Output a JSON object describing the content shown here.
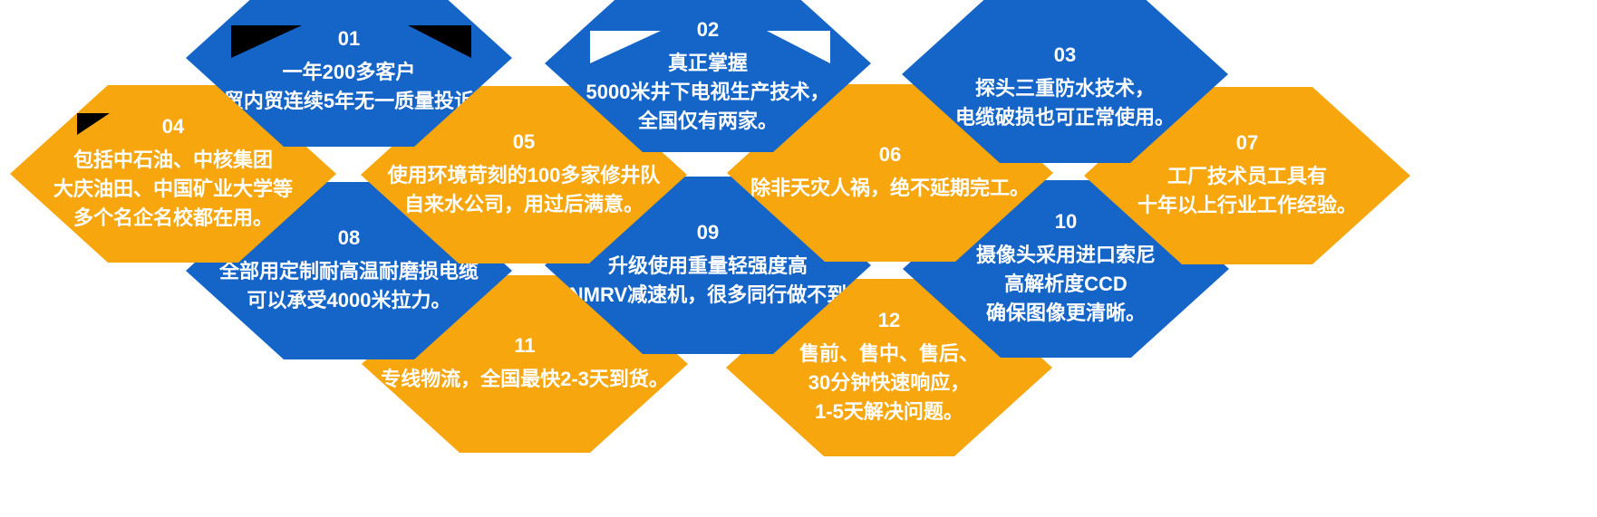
{
  "colors": {
    "blue": "#1565c8",
    "orange": "#f7a60d",
    "text": "#ffffff"
  },
  "items": [
    {
      "num": "01",
      "color": "blue",
      "text": "一年200多客户\n外贸内贸连续5年无一质量投诉。"
    },
    {
      "num": "02",
      "color": "blue",
      "text": "真正掌握\n5000米井下电视生产技术，\n全国仅有两家。"
    },
    {
      "num": "03",
      "color": "blue",
      "text": "探头三重防水技术，\n电缆破损也可正常使用。"
    },
    {
      "num": "04",
      "color": "orange",
      "text": "包括中石油、中核集团\n大庆油田、中国矿业大学等\n多个名企名校都在用。"
    },
    {
      "num": "05",
      "color": "orange",
      "text": "使用环境苛刻的100多家修井队\n自来水公司，用过后满意。"
    },
    {
      "num": "06",
      "color": "orange",
      "text": "除非天灾人祸，绝不延期完工。"
    },
    {
      "num": "07",
      "color": "orange",
      "text": "工厂技术员工具有\n十年以上行业工作经验。"
    },
    {
      "num": "08",
      "color": "blue",
      "text": "全部用定制耐高温耐磨损电缆\n可以承受4000米拉力。"
    },
    {
      "num": "09",
      "color": "blue",
      "text": "升级使用重量轻强度高\n的NMRV减速机，很多同行做不到。"
    },
    {
      "num": "10",
      "color": "blue",
      "text": "摄像头采用进口索尼\n高解析度CCD\n确保图像更清晰。"
    },
    {
      "num": "11",
      "color": "orange",
      "text": "专线物流，全国最快2-3天到货。"
    },
    {
      "num": "12",
      "color": "orange",
      "text": "售前、售中、售后、\n30分钟快速响应，\n1-5天解决问题。"
    }
  ]
}
